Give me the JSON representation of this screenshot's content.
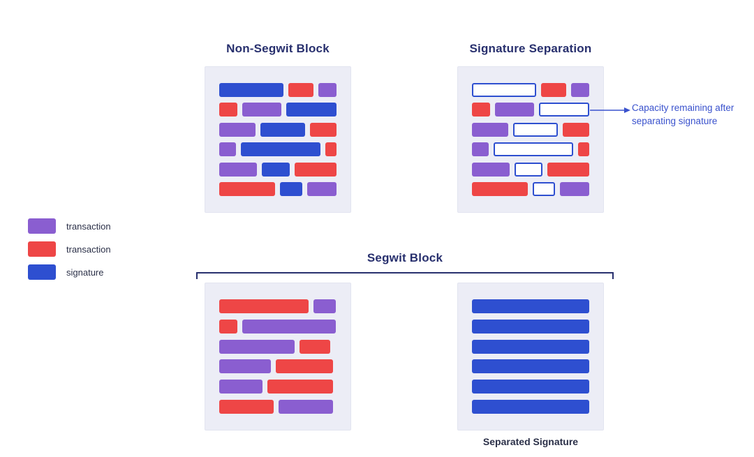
{
  "colors": {
    "purple": "#8a5ed0",
    "red": "#ee4646",
    "blue": "#2e4fd0",
    "navy": "#28306e",
    "block_bg": "#ecedf6",
    "block_border": "#e2e4f0",
    "white": "#ffffff",
    "annotation_text": "#3a52cd",
    "legend_text": "#2b3048"
  },
  "legend": {
    "items": [
      {
        "label": "transaction",
        "color": "purple"
      },
      {
        "label": "transaction",
        "color": "red"
      },
      {
        "label": "signature",
        "color": "blue"
      }
    ]
  },
  "non_segwit_block": {
    "title": "Non-Segwit Block",
    "rows": [
      [
        {
          "c": "blue",
          "w": 92
        },
        {
          "c": "red",
          "w": 36
        },
        {
          "c": "purple",
          "w": 26
        }
      ],
      [
        {
          "c": "red",
          "w": 26
        },
        {
          "c": "purple",
          "w": 56
        },
        {
          "c": "blue",
          "w": 72
        }
      ],
      [
        {
          "c": "purple",
          "w": 52
        },
        {
          "c": "blue",
          "w": 64
        },
        {
          "c": "red",
          "w": 38
        }
      ],
      [
        {
          "c": "purple",
          "w": 24
        },
        {
          "c": "blue",
          "w": 114
        },
        {
          "c": "red",
          "w": 16
        }
      ],
      [
        {
          "c": "purple",
          "w": 54
        },
        {
          "c": "blue",
          "w": 40
        },
        {
          "c": "red",
          "w": 60
        }
      ],
      [
        {
          "c": "red",
          "w": 80
        },
        {
          "c": "blue",
          "w": 32
        },
        {
          "c": "purple",
          "w": 42
        }
      ]
    ]
  },
  "signature_separation": {
    "title": "Signature Separation",
    "annotation": "Capacity remaining after separating signature",
    "rows": [
      [
        {
          "c": "white",
          "w": 92
        },
        {
          "c": "red",
          "w": 36
        },
        {
          "c": "purple",
          "w": 26
        }
      ],
      [
        {
          "c": "red",
          "w": 26
        },
        {
          "c": "purple",
          "w": 56
        },
        {
          "c": "white",
          "w": 72
        }
      ],
      [
        {
          "c": "purple",
          "w": 52
        },
        {
          "c": "white",
          "w": 64
        },
        {
          "c": "red",
          "w": 38
        }
      ],
      [
        {
          "c": "purple",
          "w": 24
        },
        {
          "c": "white",
          "w": 114
        },
        {
          "c": "red",
          "w": 16
        }
      ],
      [
        {
          "c": "purple",
          "w": 54
        },
        {
          "c": "white",
          "w": 40
        },
        {
          "c": "red",
          "w": 60
        }
      ],
      [
        {
          "c": "red",
          "w": 80
        },
        {
          "c": "white",
          "w": 32
        },
        {
          "c": "purple",
          "w": 42
        }
      ]
    ]
  },
  "segwit_block": {
    "title": "Segwit Block",
    "caption": "Separated Signature",
    "transaction_rows": [
      [
        {
          "c": "red",
          "w": 128
        },
        {
          "c": "purple",
          "w": 32
        }
      ],
      [
        {
          "c": "red",
          "w": 26
        },
        {
          "c": "purple",
          "w": 134
        }
      ],
      [
        {
          "c": "purple",
          "w": 108
        },
        {
          "c": "red",
          "w": 44
        }
      ],
      [
        {
          "c": "purple",
          "w": 74
        },
        {
          "c": "red",
          "w": 82
        }
      ],
      [
        {
          "c": "purple",
          "w": 62
        },
        {
          "c": "red",
          "w": 94
        }
      ],
      [
        {
          "c": "red",
          "w": 78
        },
        {
          "c": "purple",
          "w": 78
        }
      ]
    ],
    "signature_rows": [
      [
        {
          "c": "blue",
          "w": 168
        }
      ],
      [
        {
          "c": "blue",
          "w": 168
        }
      ],
      [
        {
          "c": "blue",
          "w": 168
        }
      ],
      [
        {
          "c": "blue",
          "w": 168
        }
      ],
      [
        {
          "c": "blue",
          "w": 168
        }
      ],
      [
        {
          "c": "blue",
          "w": 168
        }
      ]
    ]
  }
}
